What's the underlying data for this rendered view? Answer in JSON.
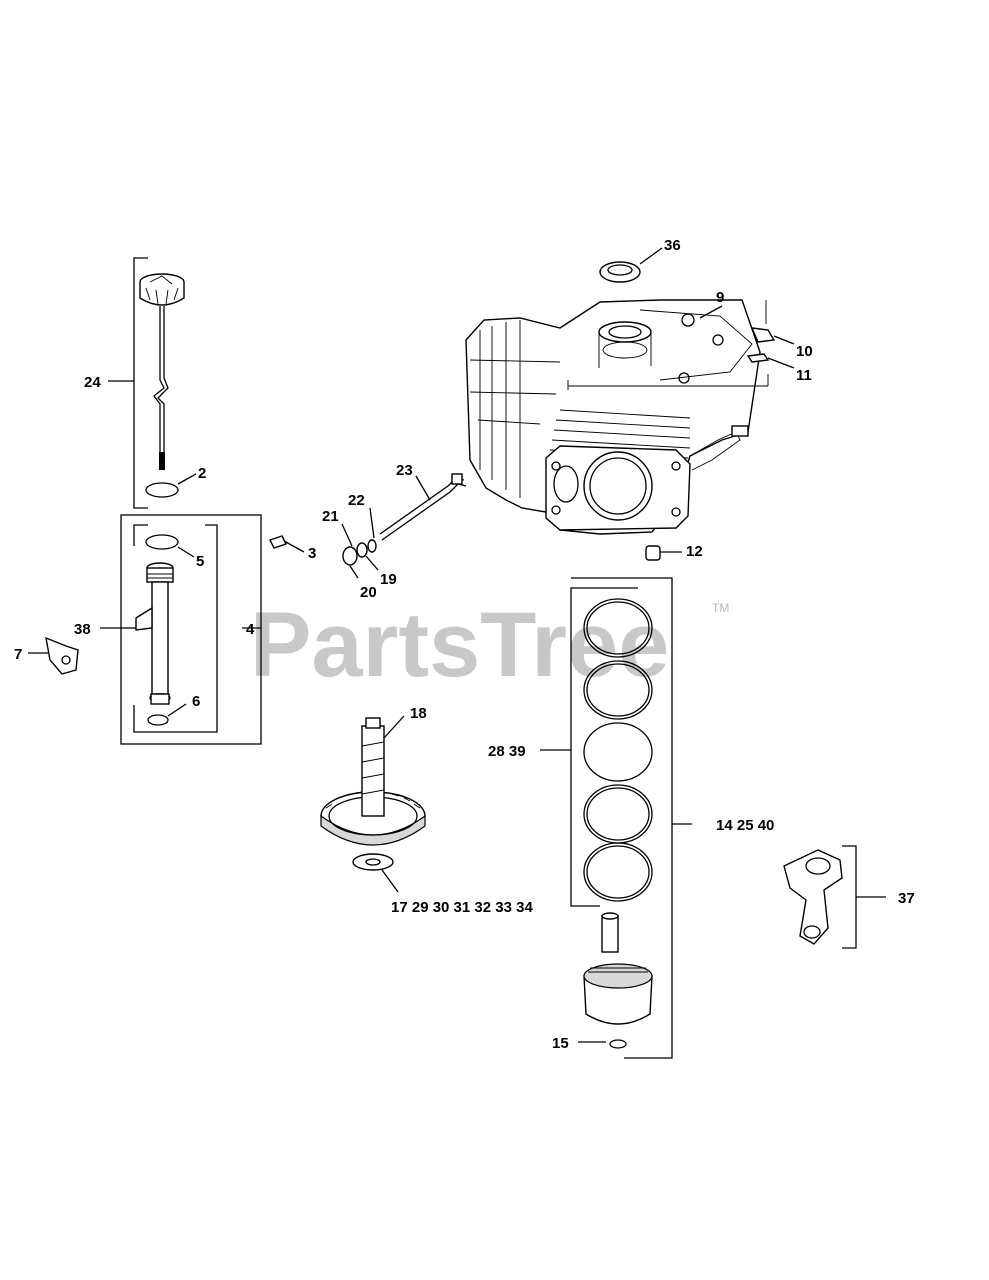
{
  "watermark": {
    "brand": "PartsTree",
    "trademark": "TM"
  },
  "callouts": {
    "c2": "2",
    "c3": "3",
    "c4": "4",
    "c5": "5",
    "c6": "6",
    "c7": "7",
    "c9": "9",
    "c10": "10",
    "c11": "11",
    "c12": "12",
    "c15": "15",
    "c18": "18",
    "c19": "19",
    "c20": "20",
    "c21": "21",
    "c22": "22",
    "c23": "23",
    "c24": "24",
    "c36": "36",
    "c37": "37",
    "c38": "38",
    "c14_25_40": "14 25 40",
    "c28_39": "28 39",
    "c17_group": "17 29 30 31 32 33 34"
  }
}
